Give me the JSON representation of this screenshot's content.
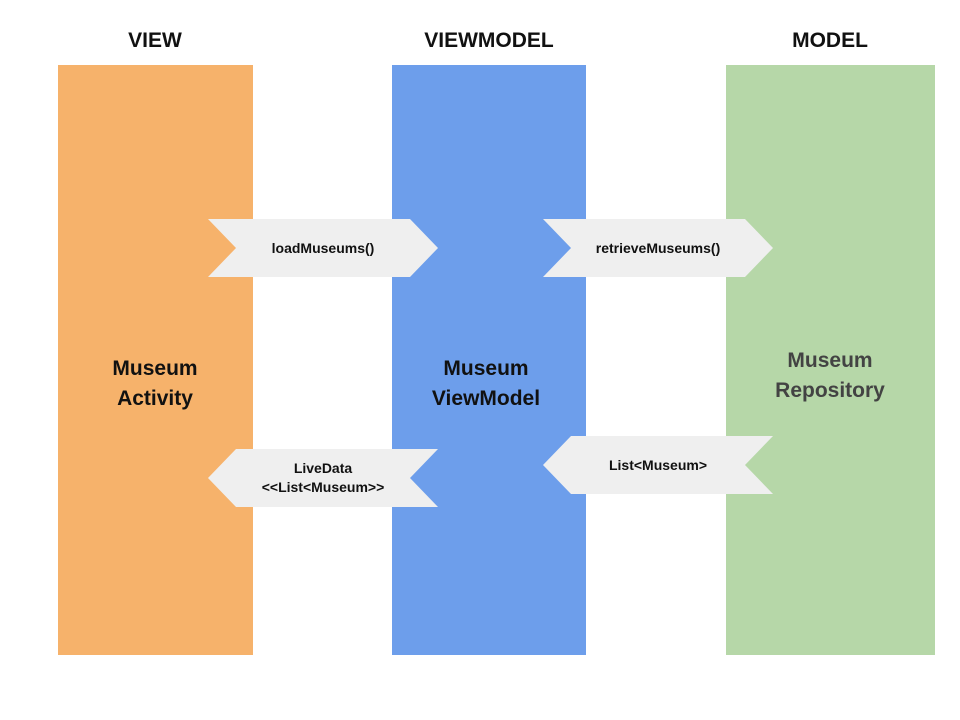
{
  "headers": {
    "view": "VIEW",
    "viewmodel": "VIEWMODEL",
    "model": "MODEL"
  },
  "columns": {
    "view": {
      "line1": "Museum",
      "line2": "Activity",
      "color": "#f6b26b"
    },
    "viewmodel": {
      "line1": "Museum",
      "line2": "ViewModel",
      "color": "#6d9eeb"
    },
    "model": {
      "line1": "Museum",
      "line2": "Repository",
      "color": "#b6d7a8"
    }
  },
  "arrows": {
    "load_museums": "loadMuseums()",
    "retrieve_museums": "retrieveMuseums()",
    "livedata_line1": "LiveData",
    "livedata_line2": "<<List<Museum>>",
    "list_museum": "List<Museum>"
  },
  "colors": {
    "arrow_fill": "#efefef",
    "model_text": "#434343"
  }
}
